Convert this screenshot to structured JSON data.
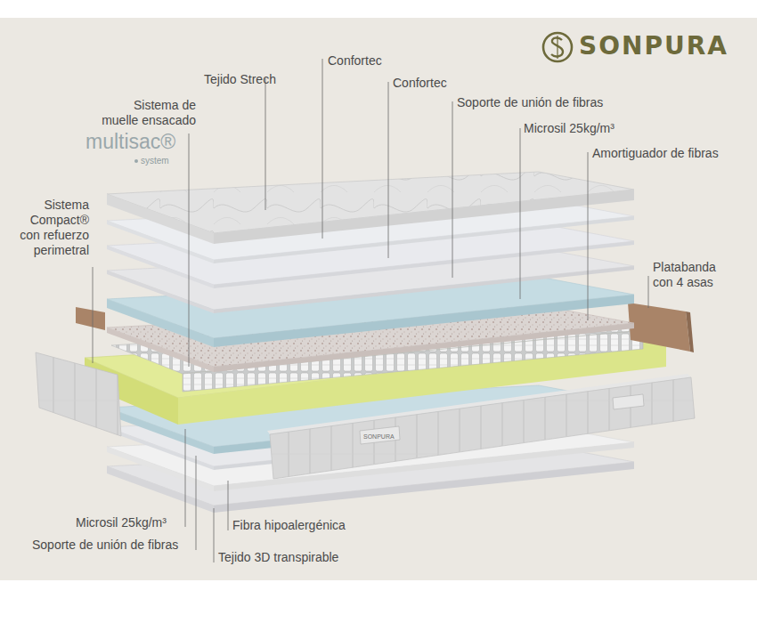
{
  "diagram": {
    "labels": [
      "SONPURA",
      "Tejido Strech",
      "Confortec",
      "Confortec",
      "Soporte de unión de fibras",
      "Microsil 25kg/m³",
      "Amortiguador de fibras",
      "Sistema de muelle ensacado",
      "multisac®",
      "system",
      "Sistema Compact® con refuerzo perimetral",
      "Platabanda con 4 asas",
      "SONPURA",
      "Microsil 25kg/m³",
      "Soporte de unión de fibras",
      "Fibra hipoalergénica",
      "Tejido 3D transpirable"
    ]
  }
}
